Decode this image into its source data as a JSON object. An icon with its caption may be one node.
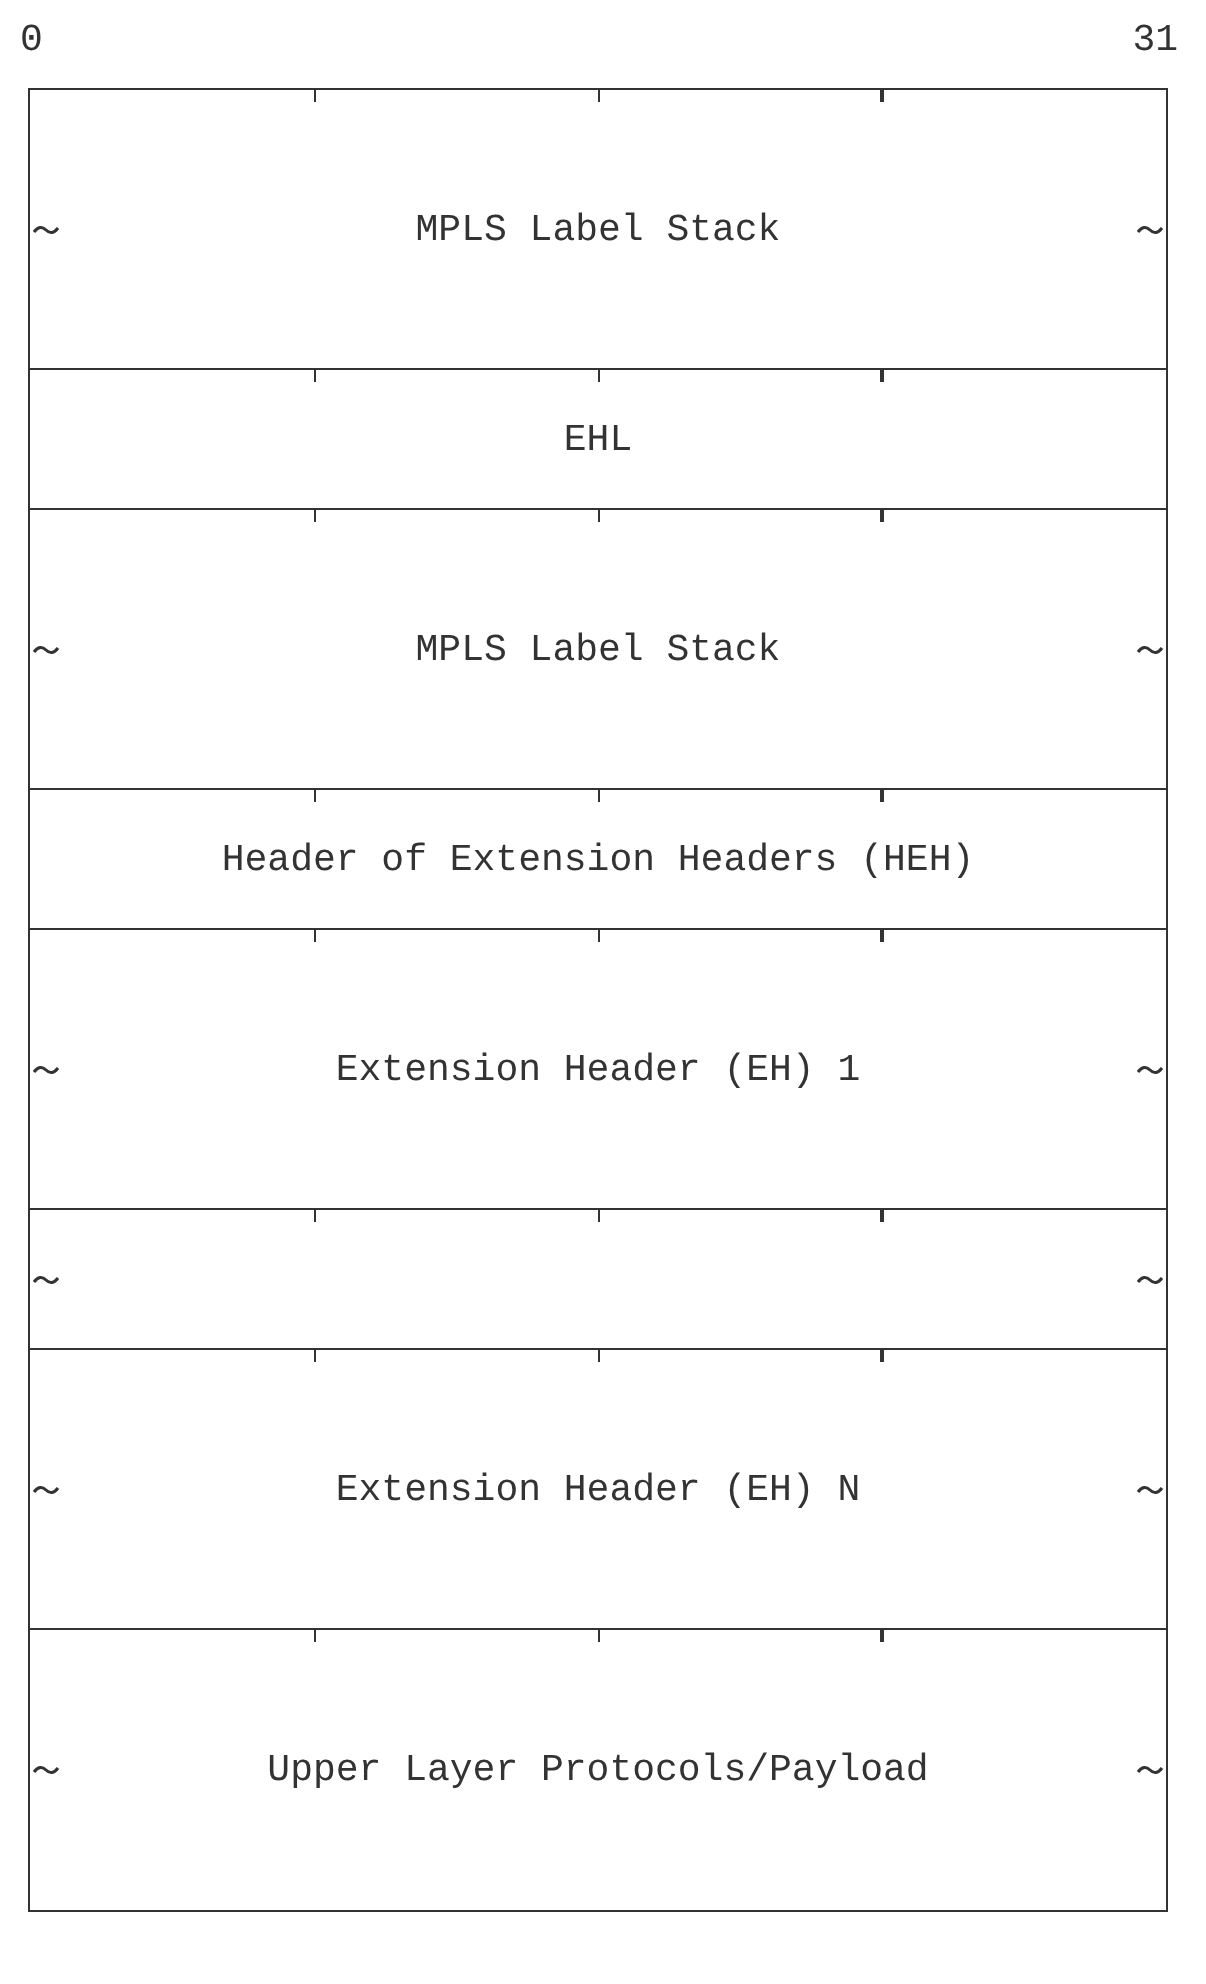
{
  "diagram": {
    "nodes": [
      {
        "text": [
          "MPLS Label Stack"
        ]
      },
      {
        "text": [
          "EHL"
        ]
      },
      {
        "text": [
          "MPLS Label Stack"
        ]
      },
      {
        "text": [
          "Header of Extension Headers (HEH)"
        ]
      },
      {
        "text": [
          "Extension Header (EH) 1"
        ]
      },
      {
        "text": [],
        "shape": "box"
      },
      {
        "text": [
          "Extension Header (EH) N"
        ]
      },
      {
        "text": [
          "Upper Layer Protocols/Payload"
        ]
      }
    ],
    "edges": [],
    "labels": [
      "0",
      "31"
    ]
  }
}
